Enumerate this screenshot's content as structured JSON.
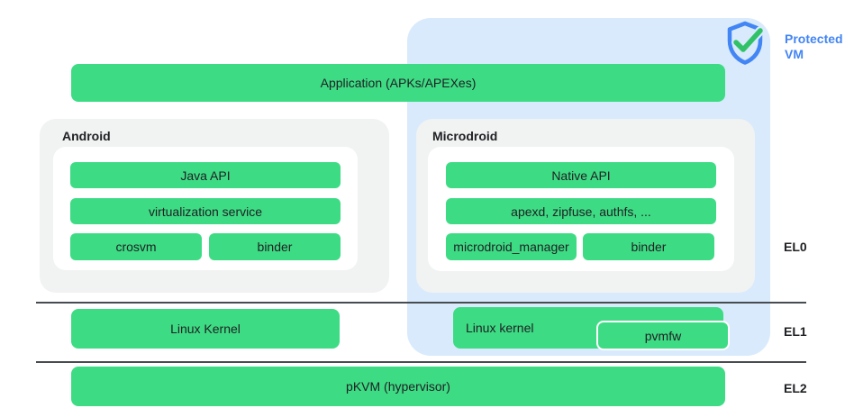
{
  "colors": {
    "bar_green": "#3ddc84",
    "protected_vm_bg": "#d8eafc",
    "accent_blue": "#4285f4",
    "group_gray": "#f1f2f2",
    "line_gray": "#474c50",
    "text": "#202124",
    "check_green": "#31c268"
  },
  "protected_vm": {
    "label": "Protected VM"
  },
  "application": {
    "label": "Application (APKs/APEXes)"
  },
  "android": {
    "title": "Android",
    "java_api": "Java API",
    "virtualization_service": "virtualization service",
    "crosvm": "crosvm",
    "binder": "binder"
  },
  "microdroid": {
    "title": "Microdroid",
    "native_api": "Native API",
    "apexd": "apexd, zipfuse, authfs, ...",
    "microdroid_manager": "microdroid_manager",
    "binder": "binder"
  },
  "el_levels": {
    "el0": "EL0",
    "el1": "EL1",
    "el2": "EL2"
  },
  "kernels": {
    "android_kernel": "Linux Kernel",
    "vm_kernel": "Linux kernel",
    "pvmfw": "pvmfw"
  },
  "hypervisor": {
    "label": "pKVM (hypervisor)"
  }
}
